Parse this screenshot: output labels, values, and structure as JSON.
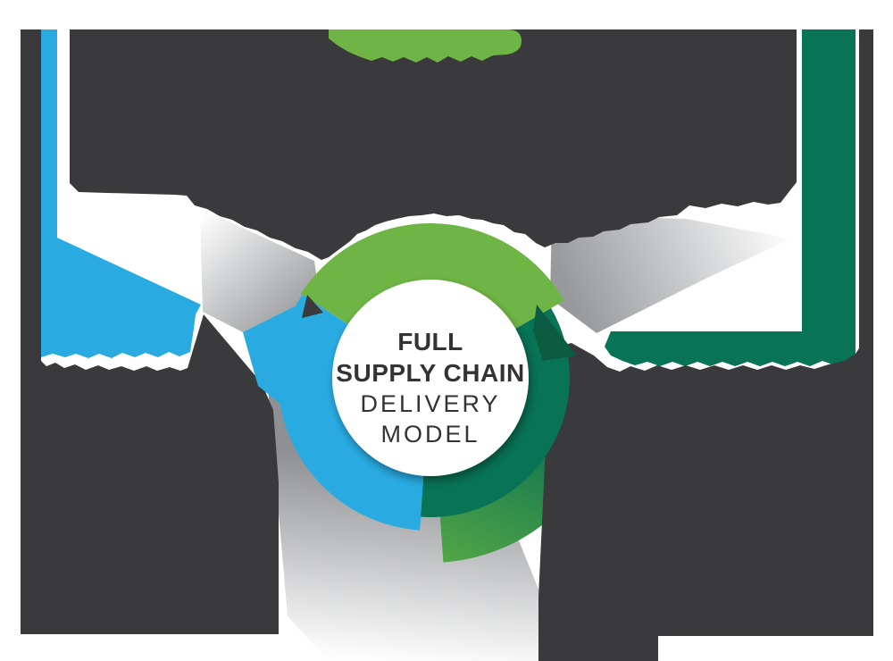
{
  "infographic": {
    "center_circle": {
      "line1": "FULL",
      "line2": "SUPPLY CHAIN",
      "line3": "DELIVERY",
      "line4": "MODEL"
    },
    "ring_segments": [
      {
        "position": "top",
        "color": "#6FB545"
      },
      {
        "position": "left",
        "color": "#29ABE2"
      },
      {
        "position": "right",
        "color": "#087355"
      }
    ],
    "palette": {
      "bg": "#FFFFFF",
      "dark": "#3A3A3C",
      "green": "#6FB545",
      "blue": "#29ABE2",
      "teal": "#087355",
      "teal_dark": "#0B5C41",
      "fan_teal": "#0D7351",
      "fan_green": "#55A845",
      "gray_dark": "#97999C",
      "gray_light": "#FDFDFD",
      "text": "#333335",
      "circle": "#FFFFFF"
    }
  }
}
